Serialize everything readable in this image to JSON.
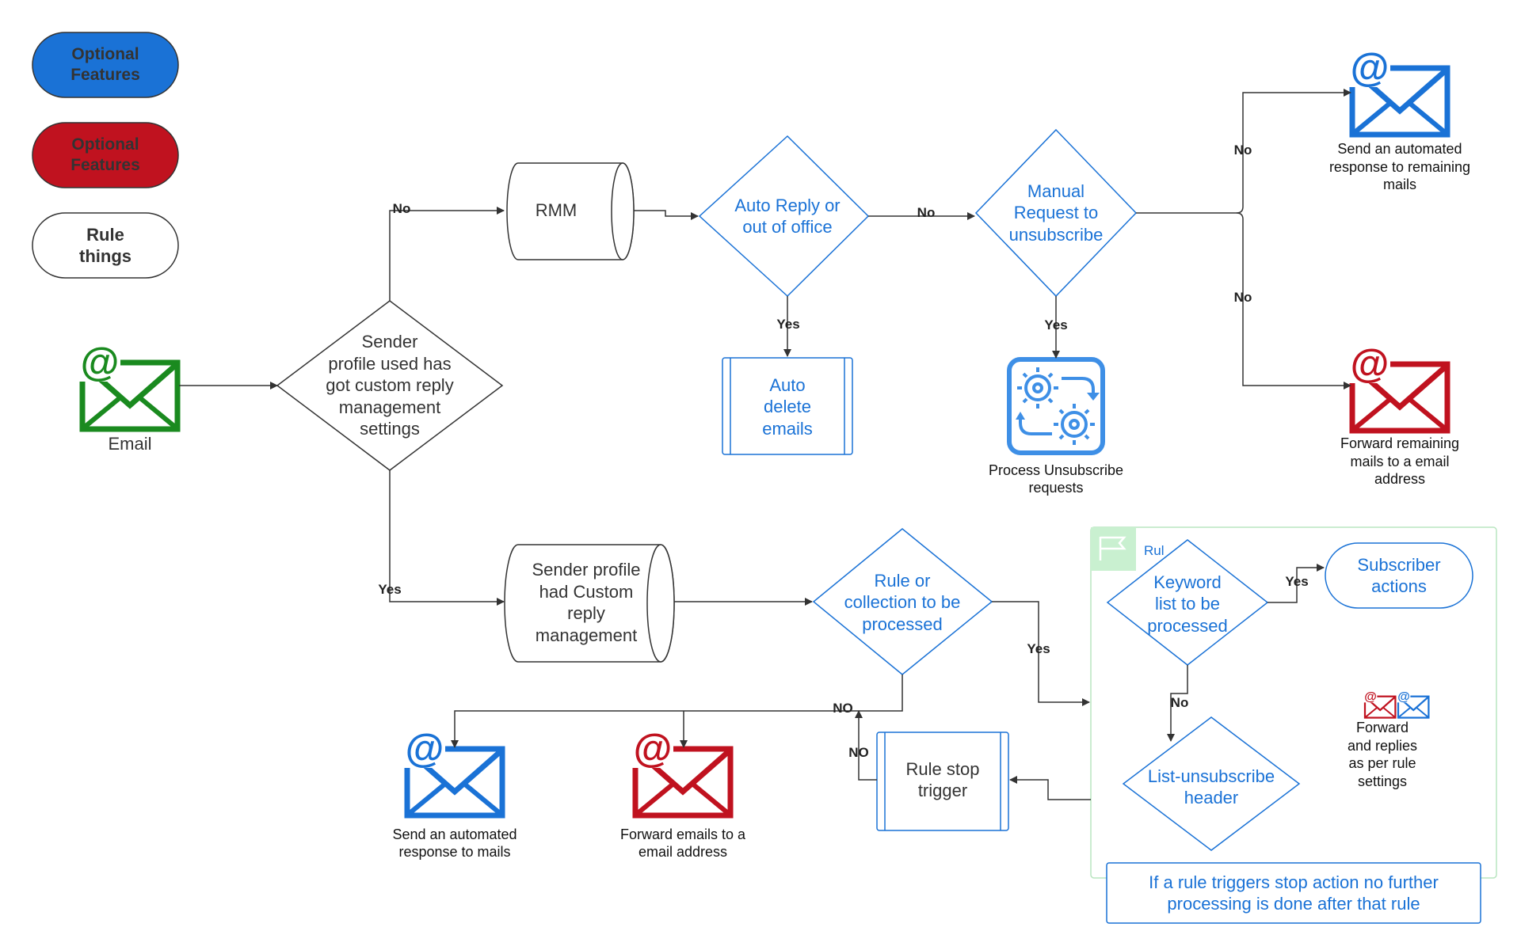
{
  "legend": {
    "optional_blue": "Optional\nFeatures",
    "optional_red": "Optional\nFeatures",
    "rule_things": "Rule\nthings"
  },
  "nodes": {
    "email": "Email",
    "sender_profile_decision": "Sender\nprofile used has\ngot custom reply\nmanagement\nsettings",
    "rmm": "RMM",
    "auto_reply": "Auto Reply or\nout of office",
    "manual_request": "Manual\nRequest to\nunsubscribe",
    "auto_delete": "Auto\ndelete\nemails",
    "process_unsubscribe": "Process Unsubscribe\nrequests",
    "send_remaining": "Send an automated\nresponse to remaining\nmails",
    "forward_remaining": "Forward remaining\nmails to a email\naddress",
    "sender_custom": "Sender profile\nhad Custom\nreply\nmanagement",
    "rule_collection": "Rule or\ncollection to be\nprocessed",
    "send_automated": "Send an automated\nresponse to mails",
    "forward_emails": "Forward emails to a\nemail address",
    "rule_stop": "Rule stop\ntrigger",
    "rule_container": "Rul",
    "keyword_list": "Keyword\nlist to be\nprocessed",
    "subscriber_actions": "Subscriber\nactions",
    "list_unsubscribe": "List-unsubscribe\nheader",
    "forward_replies": "Forward\nand replies\nas per rule\nsettings",
    "stop_note": "If a rule triggers stop action no further\nprocessing is done after that rule"
  },
  "edges": {
    "no_rmm": "No",
    "yes_custom": "Yes",
    "no_manual": "No",
    "yes_auto_delete": "Yes",
    "yes_process": "Yes",
    "no_send": "No",
    "no_forward": "No",
    "yes_rules": "Yes",
    "no_outputs": "NO",
    "no_stop": "NO",
    "yes_subscriber": "Yes",
    "no_list": "No"
  },
  "colors": {
    "blue": "#1a72d6",
    "red": "#c0121f",
    "green": "#1a8a1f",
    "dark": "#333333",
    "container_border": "#b9e5c0"
  },
  "icons": {
    "email_icon": "envelope-at",
    "gear_icon": "gears-cycle",
    "flag_icon": "flag"
  }
}
